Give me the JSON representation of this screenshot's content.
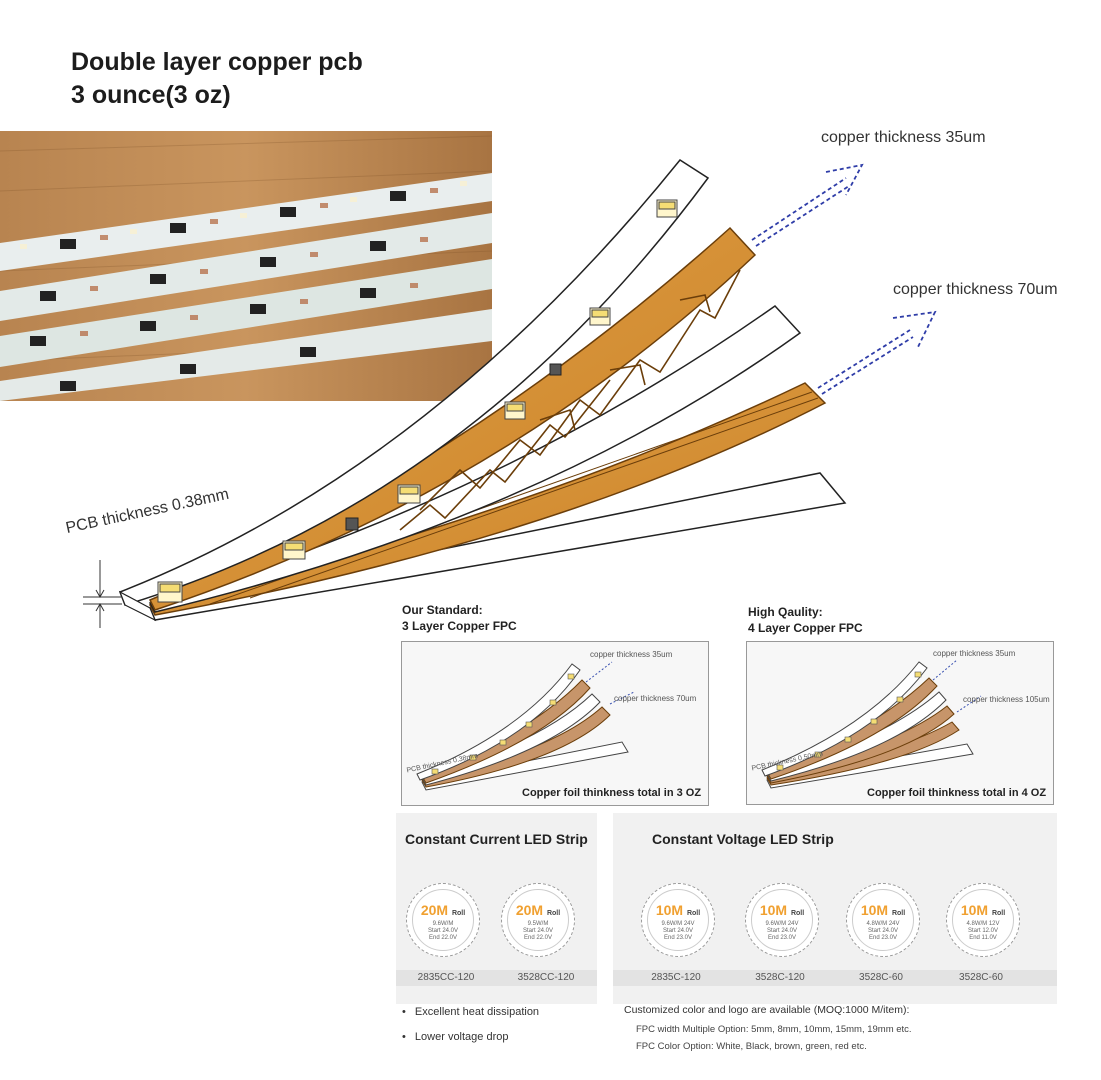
{
  "title": {
    "line1": "Double layer copper pcb",
    "line2": "3 ounce(3 oz)"
  },
  "diagram": {
    "label_35": "copper thickness 35um",
    "label_70": "copper thickness 70um",
    "label_pcb": "PCB thickness 0.38mm"
  },
  "standard": {
    "heading1": "Our Standard:",
    "heading2": "3 Layer Copper FPC",
    "label_35": "copper thickness 35um",
    "label_70": "copper thickness 70um",
    "label_pcb": "PCB thickness 0.38mm",
    "caption": "Copper foil thinkness total in 3 OZ"
  },
  "high_quality": {
    "heading1": "High Qaulity:",
    "heading2": "4 Layer Copper FPC",
    "label_35": "copper thickness 35um",
    "label_105": "copper thickness 105um",
    "label_pcb": "PCB thickness 0.50mm",
    "caption": "Copper foil thinkness total in 4 OZ"
  },
  "cc_strip": {
    "title": "Constant Current LED Strip",
    "rolls": [
      {
        "len": "20M",
        "unit": "Roll",
        "spec": "9.6W/M",
        "start": "Start 24.0V",
        "end": "End 22.0V",
        "model": "2835CC-120"
      },
      {
        "len": "20M",
        "unit": "Roll",
        "spec": "9.5W/M",
        "start": "Start 24.0V",
        "end": "End 22.0V",
        "model": "3528CC-120"
      }
    ],
    "bullets": [
      "Excellent heat dissipation",
      "Lower voltage drop"
    ]
  },
  "cv_strip": {
    "title": "Constant Voltage LED Strip",
    "rolls": [
      {
        "len": "10M",
        "unit": "Roll",
        "spec": "9.6W/M 24V",
        "start": "Start 24.0V",
        "end": "End 23.0V",
        "model": "2835C-120"
      },
      {
        "len": "10M",
        "unit": "Roll",
        "spec": "9.6W/M 24V",
        "start": "Start 24.0V",
        "end": "End 23.0V",
        "model": "3528C-120"
      },
      {
        "len": "10M",
        "unit": "Roll",
        "spec": "4.8W/M 24V",
        "start": "Start 24.0V",
        "end": "End 23.0V",
        "model": "3528C-60"
      },
      {
        "len": "10M",
        "unit": "Roll",
        "spec": "4.8W/M 12V",
        "start": "Start 12.0V",
        "end": "End 11.0V",
        "model": "3528C-60"
      }
    ],
    "notes": [
      "Customized color and logo are available (MOQ:1000 M/item):",
      "FPC width Multiple Option: 5mm, 8mm, 10mm, 15mm, 19mm etc.",
      "FPC Color Option: White, Black, brown, green, red etc."
    ]
  },
  "colors": {
    "copper": "#d7922e",
    "copper_dark": "#8a5412",
    "arrow": "#2f3da8",
    "accent_orange": "#f0a030"
  }
}
